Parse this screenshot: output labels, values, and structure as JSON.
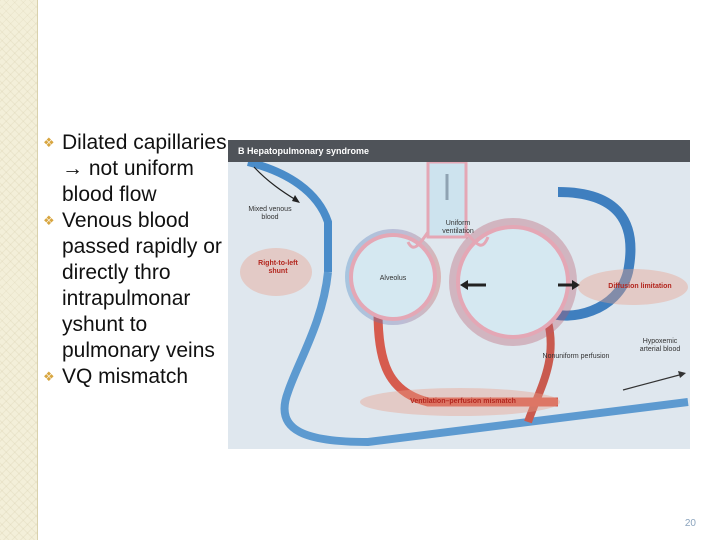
{
  "bullets": [
    {
      "text": "Dilated capillaries → not uniform blood flow"
    },
    {
      "text": "Venous blood passed rapidly or directly thro intrapulmonar yshunt to pulmonary veins"
    },
    {
      "text": "VQ mismatch"
    }
  ],
  "figure": {
    "header": "B  Hepatopulmonary syndrome",
    "labels": {
      "mixed_venous": "Mixed venous blood",
      "uniform_ventilation": "Uniform ventilation",
      "right_to_left": "Right-to-left shunt",
      "alveolus": "Alveolus",
      "diffusion": "Diffusion limitation",
      "hypoxemic": "Hypoxemic arterial blood",
      "nonuniform": "Nonuniform perfusion",
      "mismatch": "Ventilation–perfusion mismatch"
    }
  },
  "page_number": "20"
}
